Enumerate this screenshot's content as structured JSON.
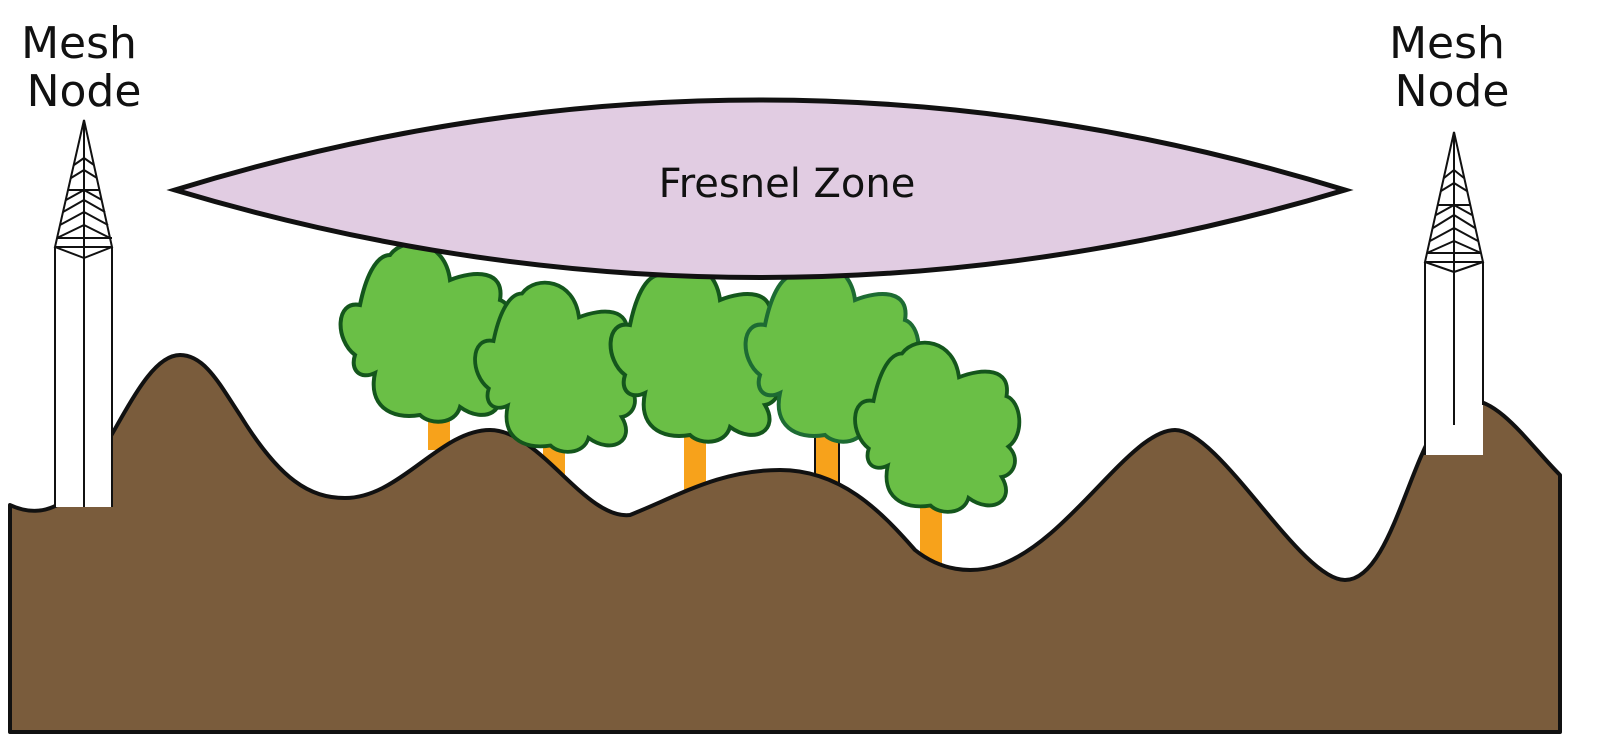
{
  "nodes": {
    "left": {
      "line1": "Mesh",
      "line2": "Node"
    },
    "right": {
      "line1": "Mesh",
      "line2": "Node"
    }
  },
  "fresnel_zone": {
    "label": "Fresnel Zone"
  },
  "colors": {
    "ground": "#7a5c3c",
    "zone": "#e1cce2",
    "tree_canopy": "#6abf46",
    "tree_outline": "#14561c",
    "tree_trunk": "#f7a21b",
    "outline": "#111111"
  }
}
